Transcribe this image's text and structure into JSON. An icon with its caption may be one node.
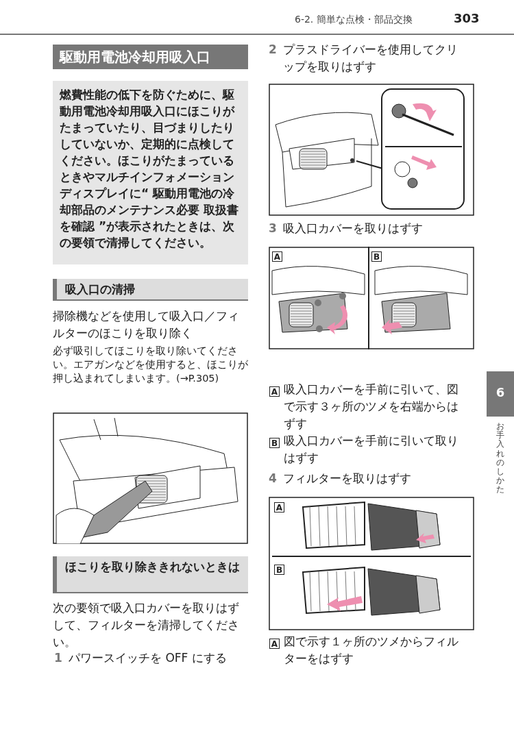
{
  "diagram": {
    "nodes": [
      {
        "text": [
          "駆動用電池冷却用吸入口"
        ]
      },
      {
        "text": [
          "燃費性能の低下を防ぐために、駆動用電池冷却用吸入口にほこりがたまっていたり、目づまりしたりしていないか、定期的に点検してください。ほこりがたまっているときやマルチインフォメーションディスプレイに“ 駆動用電池の冷却部品のメンテナンス必要 取扱書を確認 ”が表示されたときは、次の要領で清掃してください。"
        ]
      },
      {
        "text": [
          "吸入口の清掃"
        ]
      },
      {
        "text": [
          "ほこりを取り除ききれないときは"
        ]
      },
      {
        "text": [
          "6"
        ]
      }
    ],
    "edges": [],
    "labels": [
      "6-2. 簡単な点検・部品交換",
      "303",
      "掃除機などを使用して吸入口／フィルターのほこりを取り除く",
      "必ず吸引してほこりを取り除いてください。エアガンなどを使用すると、ほこりが押し込まれてしまいます。(→P.305)",
      "次の要領で吸入口カバーを取りはずして、フィルターを清掃してください。",
      "1",
      "パワースイッチを OFF にする",
      "2",
      "プラスドライバーを使用してクリップを取りはずす",
      "3",
      "吸入口カバーを取りはずす",
      "A",
      "B",
      "A",
      "吸入口カバーを手前に引いて、図で示す３ヶ所のツメを右端からはずす",
      "B",
      "吸入口カバーを手前に引いて取りはずす",
      "4",
      "フィルターを取りはずす",
      "A",
      "B",
      "A",
      "図で示す１ヶ所のツメからフィルターをはずす",
      "お手入れのしかた"
    ]
  }
}
